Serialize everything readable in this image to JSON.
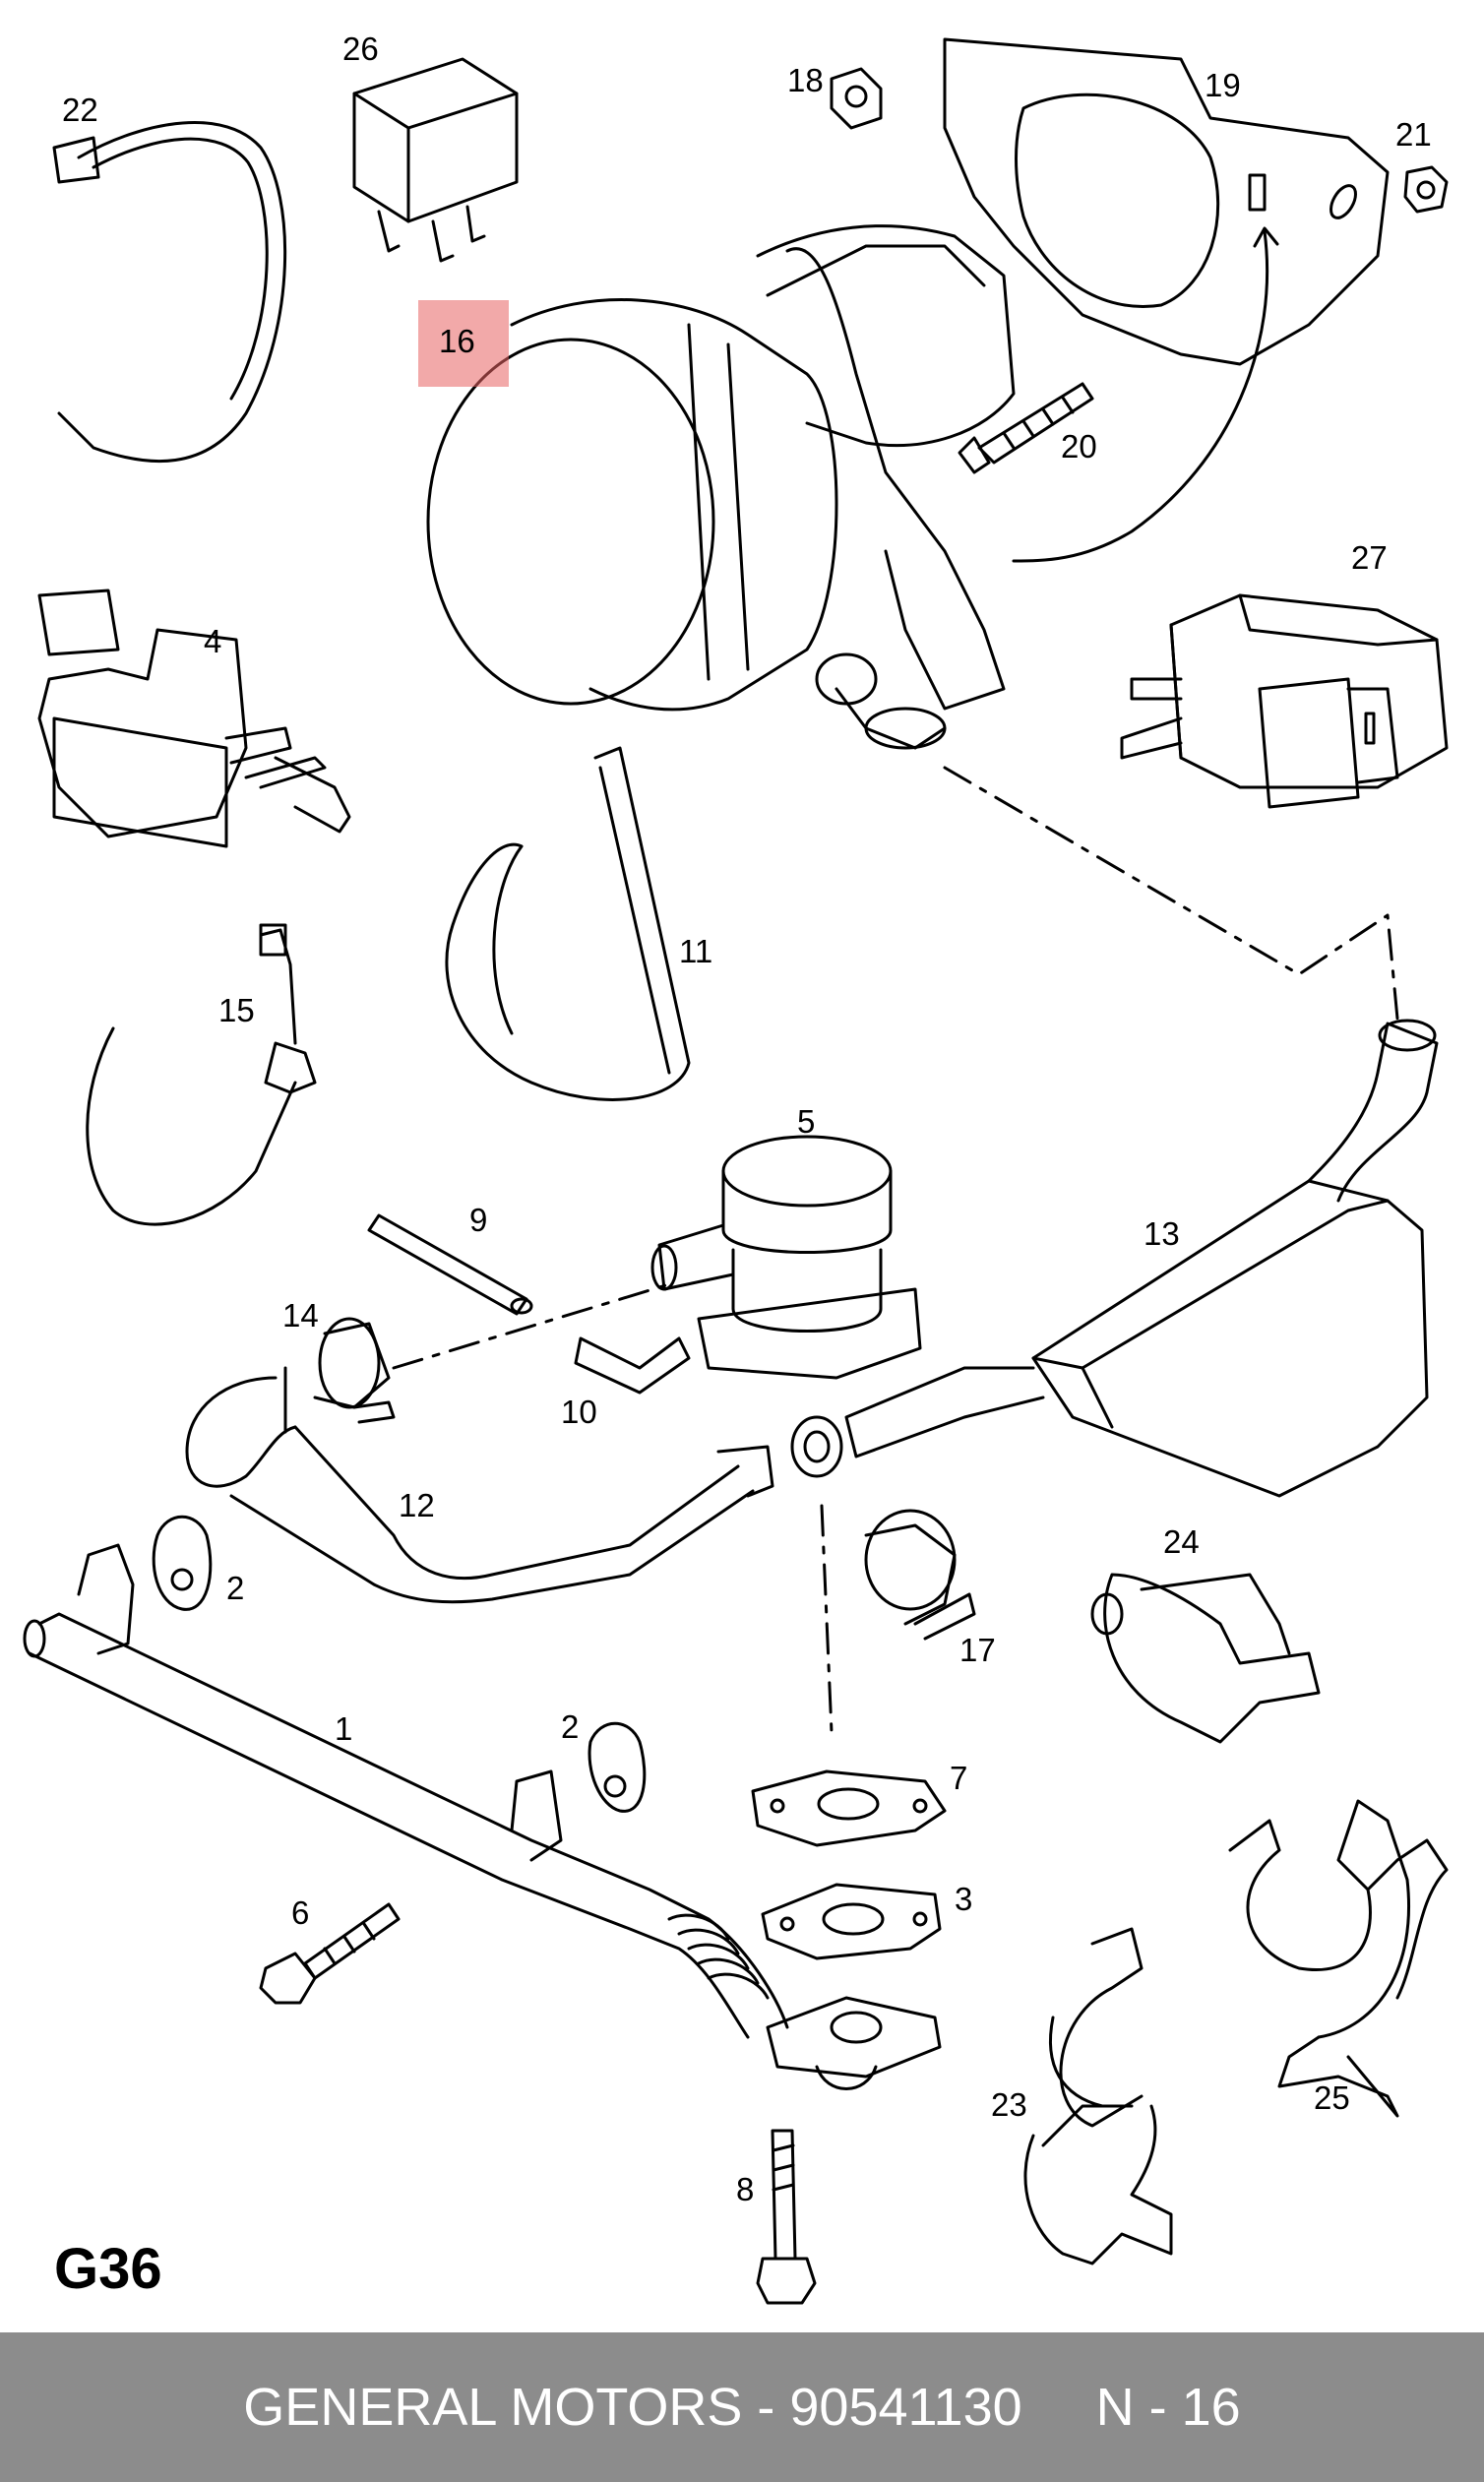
{
  "diagram": {
    "code": "G36",
    "highlighted_part": "16",
    "part_labels": {
      "p1": "1",
      "p2a": "2",
      "p2b": "2",
      "p3": "3",
      "p4": "4",
      "p5": "5",
      "p6": "6",
      "p7": "7",
      "p8": "8",
      "p9": "9",
      "p10": "10",
      "p11": "11",
      "p12": "12",
      "p13": "13",
      "p14": "14",
      "p15": "15",
      "p16": "16",
      "p17": "17",
      "p18": "18",
      "p19": "19",
      "p20": "20",
      "p21": "21",
      "p22": "22",
      "p23": "23",
      "p24": "24",
      "p25": "25",
      "p26": "26",
      "p27": "27"
    }
  },
  "footer": {
    "text": "GENERAL MOTORS - 90541130     N - 16"
  }
}
